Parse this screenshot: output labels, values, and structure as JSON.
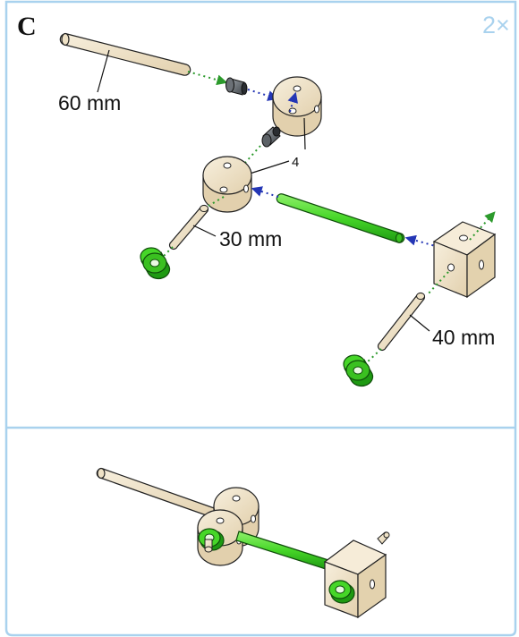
{
  "step": {
    "letter": "C",
    "quantity": "2×"
  },
  "labels": {
    "axle_60": "60 mm",
    "axle_30": "30 mm",
    "axle_40": "40 mm",
    "hub_count": "4"
  },
  "colors": {
    "frame": "#a9d2ee",
    "wood": "#f1e6cf",
    "wood_side": "#e3d2ae",
    "green": "#46d628",
    "green_dark": "#1d8a12",
    "guide_green": "#2c9a2c",
    "guide_blue": "#2436b5",
    "metal": "#555a60"
  }
}
